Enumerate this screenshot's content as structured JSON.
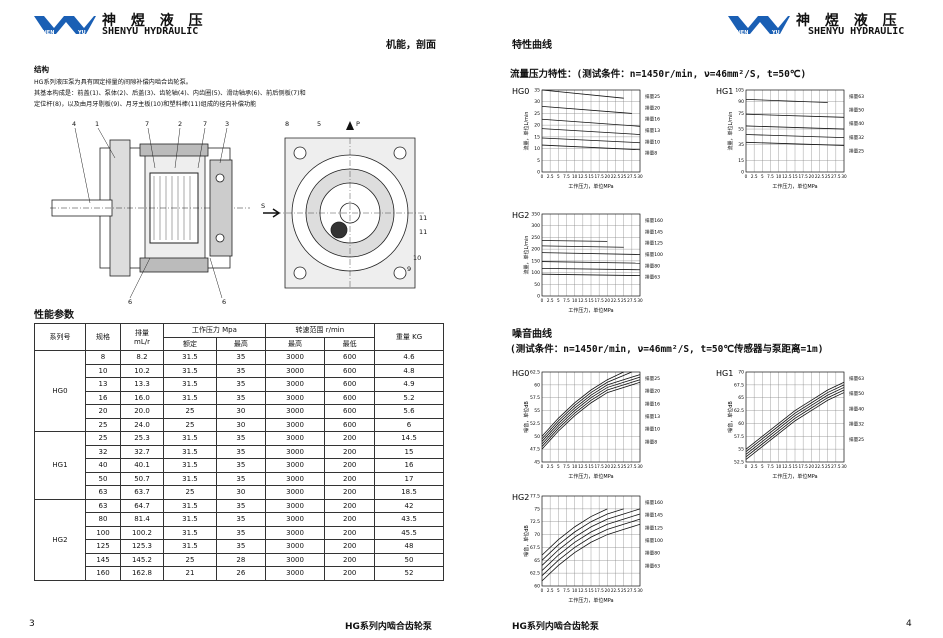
{
  "header": {
    "brand_cn": "神 煜 液 压",
    "brand_en": "SHENYU HYDRAULIC",
    "logo_left": "SHEN",
    "logo_right": "YU",
    "left_section": "机能，剖面",
    "right_section": "特性曲线"
  },
  "structure": {
    "title": "结构",
    "text1": "HG系列液压泵为具有固定排量的间隙补偿内啮合齿轮泵。",
    "text2": "其基本构成是：前盖(1)、泵体(2)、后盖(3)、齿轮轴(4)、内齿圈(5)、滑动轴承(6)、前后侧板(7)和",
    "text3": "定位杆(8)，以及由月牙剔板(9)、月牙主板(10)和塑料棒(11)组成的径向补偿功能",
    "labels_left": [
      "4",
      "1",
      "7",
      "2",
      "7",
      "3",
      "6",
      "6"
    ],
    "labels_right": [
      "8",
      "5",
      "P",
      "S",
      "11",
      "11",
      "10",
      "9"
    ]
  },
  "spec": {
    "title": "性能参数",
    "h_series": "系列号",
    "h_size": "规格",
    "h_disp": "排量",
    "h_disp_unit": "mL/r",
    "h_pressure": "工作压力 Mpa",
    "h_rated": "额定",
    "h_max": "最高",
    "h_speed": "转速范围 r/min",
    "h_speed_max": "最高",
    "h_speed_min": "最低",
    "h_weight": "重量 KG",
    "groups": [
      {
        "series": "HG0",
        "rows": [
          [
            "8",
            "8.2",
            "31.5",
            "35",
            "3000",
            "600",
            "4.6"
          ],
          [
            "10",
            "10.2",
            "31.5",
            "35",
            "3000",
            "600",
            "4.8"
          ],
          [
            "13",
            "13.3",
            "31.5",
            "35",
            "3000",
            "600",
            "4.9"
          ],
          [
            "16",
            "16.0",
            "31.5",
            "35",
            "3000",
            "600",
            "5.2"
          ],
          [
            "20",
            "20.0",
            "25",
            "30",
            "3000",
            "600",
            "5.6"
          ],
          [
            "25",
            "24.0",
            "25",
            "30",
            "3000",
            "600",
            "6"
          ]
        ]
      },
      {
        "series": "HG1",
        "rows": [
          [
            "25",
            "25.3",
            "31.5",
            "35",
            "3000",
            "200",
            "14.5"
          ],
          [
            "32",
            "32.7",
            "31.5",
            "35",
            "3000",
            "200",
            "15"
          ],
          [
            "40",
            "40.1",
            "31.5",
            "35",
            "3000",
            "200",
            "16"
          ],
          [
            "50",
            "50.7",
            "31.5",
            "35",
            "3000",
            "200",
            "17"
          ],
          [
            "63",
            "63.7",
            "25",
            "30",
            "3000",
            "200",
            "18.5"
          ]
        ]
      },
      {
        "series": "HG2",
        "rows": [
          [
            "63",
            "64.7",
            "31.5",
            "35",
            "3000",
            "200",
            "42"
          ],
          [
            "80",
            "81.4",
            "31.5",
            "35",
            "3000",
            "200",
            "43.5"
          ],
          [
            "100",
            "100.2",
            "31.5",
            "35",
            "3000",
            "200",
            "45.5"
          ],
          [
            "125",
            "125.3",
            "31.5",
            "35",
            "3000",
            "200",
            "48"
          ],
          [
            "145",
            "145.2",
            "25",
            "28",
            "3000",
            "200",
            "50"
          ],
          [
            "160",
            "162.8",
            "21",
            "26",
            "3000",
            "200",
            "52"
          ]
        ]
      }
    ]
  },
  "flow": {
    "caption": "流量压力特性：(测试条件：n=1450r/min, ν=46mm²/S, t=50℃)",
    "xlabel": "工作压力，单位MPa",
    "ylabel": "流量，单位L/min"
  },
  "noise": {
    "title": "噪音曲线",
    "caption": "(测试条件：n=1450r/min, ν=46mm²/S, t=50℃传感器与泵距离=1m)",
    "xlabel": "工作压力，单位MPa",
    "ylabel": "噪音，单位dB"
  },
  "chart_data": [
    {
      "type": "line",
      "title": "HG0",
      "ylim": [
        0,
        35
      ],
      "yticks": [
        0,
        5,
        10,
        15,
        20,
        25,
        30,
        35
      ],
      "xlim": [
        0,
        30
      ],
      "xticks": [
        "0",
        "2.5",
        "5",
        "7.5",
        "10",
        "12.5",
        "15",
        "17.5",
        "20",
        "22.5",
        "25",
        "27.5",
        "30"
      ],
      "series": [
        {
          "name": "排量25",
          "x": [
            0,
            25
          ],
          "y": [
            35,
            31.5
          ]
        },
        {
          "name": "排量20",
          "x": [
            0,
            27.5
          ],
          "y": [
            28,
            25
          ]
        },
        {
          "name": "排量16",
          "x": [
            0,
            30
          ],
          "y": [
            22.5,
            19.5
          ]
        },
        {
          "name": "排量13",
          "x": [
            0,
            30
          ],
          "y": [
            18.5,
            16
          ]
        },
        {
          "name": "排量10",
          "x": [
            0,
            30
          ],
          "y": [
            14.5,
            12.5
          ]
        },
        {
          "name": "排量8",
          "x": [
            0,
            30
          ],
          "y": [
            11.5,
            9.5
          ]
        }
      ]
    },
    {
      "type": "line",
      "title": "HG1",
      "ylim": [
        0,
        105
      ],
      "yticks": [
        0,
        15,
        35,
        55,
        75,
        90,
        105
      ],
      "xlim": [
        0,
        30
      ],
      "xticks": [
        "0",
        "2.5",
        "5",
        "7.5",
        "10",
        "12.5",
        "15",
        "17.5",
        "20",
        "22.5",
        "25",
        "27.5",
        "30"
      ],
      "series": [
        {
          "name": "排量63",
          "x": [
            0,
            25
          ],
          "y": [
            93,
            89
          ]
        },
        {
          "name": "排量50",
          "x": [
            0,
            30
          ],
          "y": [
            74,
            70
          ]
        },
        {
          "name": "排量40",
          "x": [
            0,
            30
          ],
          "y": [
            59,
            55
          ]
        },
        {
          "name": "排量32",
          "x": [
            0,
            30
          ],
          "y": [
            48,
            44
          ]
        },
        {
          "name": "排量25",
          "x": [
            0,
            30
          ],
          "y": [
            38,
            34
          ]
        }
      ]
    },
    {
      "type": "line",
      "title": "HG2",
      "ylim": [
        0,
        350
      ],
      "yticks": [
        0,
        50,
        100,
        150,
        200,
        250,
        300,
        350
      ],
      "xlim": [
        0,
        30
      ],
      "xticks": [
        "0",
        "2.5",
        "5",
        "7.5",
        "10",
        "12.5",
        "15",
        "17.5",
        "20",
        "22.5",
        "25",
        "27.5",
        "30"
      ],
      "series": [
        {
          "name": "排量160",
          "x": [
            0,
            20
          ],
          "y": [
            237,
            233
          ]
        },
        {
          "name": "排量145",
          "x": [
            0,
            25
          ],
          "y": [
            214,
            208
          ]
        },
        {
          "name": "排量125",
          "x": [
            0,
            30
          ],
          "y": [
            185,
            177
          ]
        },
        {
          "name": "排量100",
          "x": [
            0,
            30
          ],
          "y": [
            147,
            140
          ]
        },
        {
          "name": "排量80",
          "x": [
            0,
            30
          ],
          "y": [
            118,
            112
          ]
        },
        {
          "name": "排量63",
          "x": [
            0,
            30
          ],
          "y": [
            93,
            87
          ]
        }
      ]
    },
    {
      "type": "line",
      "title": "HG0",
      "ylim": [
        45,
        62.5
      ],
      "yticks": [
        45,
        47.5,
        50,
        52.5,
        55,
        57.5,
        60,
        62.5
      ],
      "xlim": [
        0,
        30
      ],
      "xticks": [
        "0",
        "2.5",
        "5",
        "7.5",
        "10",
        "12.5",
        "15",
        "17.5",
        "20",
        "22.5",
        "25",
        "27.5",
        "30"
      ],
      "series": [
        {
          "name": "排量25",
          "x": [
            0,
            5,
            10,
            15,
            20,
            25
          ],
          "y": [
            50,
            53.5,
            56.5,
            59,
            61,
            62.5
          ]
        },
        {
          "name": "排量20",
          "x": [
            0,
            5,
            10,
            15,
            20,
            27.5
          ],
          "y": [
            49.5,
            53,
            56,
            58.5,
            60.5,
            62.5
          ]
        },
        {
          "name": "排量16",
          "x": [
            0,
            5,
            10,
            15,
            20,
            30
          ],
          "y": [
            49,
            52.5,
            55.5,
            58,
            60,
            62
          ]
        },
        {
          "name": "排量13",
          "x": [
            0,
            5,
            10,
            15,
            20,
            30
          ],
          "y": [
            48.5,
            52,
            55,
            57.5,
            59.5,
            61.5
          ]
        },
        {
          "name": "排量10",
          "x": [
            0,
            5,
            10,
            15,
            20,
            30
          ],
          "y": [
            48,
            51.5,
            54.5,
            57,
            59,
            61
          ]
        },
        {
          "name": "排量8",
          "x": [
            0,
            5,
            10,
            15,
            20,
            30
          ],
          "y": [
            47.5,
            51,
            54,
            56.5,
            58.5,
            60.5
          ]
        }
      ]
    },
    {
      "type": "line",
      "title": "HG1",
      "ylim": [
        52.5,
        70
      ],
      "yticks": [
        52.5,
        55,
        57.5,
        60,
        62.5,
        65,
        67.5,
        70
      ],
      "xlim": [
        0,
        30
      ],
      "xticks": [
        "0",
        "2.5",
        "5",
        "7.5",
        "10",
        "12.5",
        "15",
        "17.5",
        "20",
        "22.5",
        "25",
        "27.5",
        "30"
      ],
      "series": [
        {
          "name": "排量63",
          "x": [
            0,
            5,
            10,
            15,
            20,
            25,
            30
          ],
          "y": [
            55,
            57.5,
            60,
            62.5,
            64.5,
            66.5,
            68
          ]
        },
        {
          "name": "排量50",
          "x": [
            0,
            5,
            10,
            15,
            20,
            25,
            30
          ],
          "y": [
            54.5,
            57,
            59.5,
            62,
            64,
            66,
            67.5
          ]
        },
        {
          "name": "排量40",
          "x": [
            0,
            5,
            10,
            15,
            20,
            25,
            30
          ],
          "y": [
            54,
            56.5,
            59,
            61.5,
            63.5,
            65.5,
            67
          ]
        },
        {
          "name": "排量32",
          "x": [
            0,
            5,
            10,
            15,
            20,
            25,
            30
          ],
          "y": [
            53.5,
            56,
            58.5,
            61,
            63,
            65,
            66.5
          ]
        },
        {
          "name": "排量25",
          "x": [
            0,
            5,
            10,
            15,
            20,
            25,
            30
          ],
          "y": [
            53,
            55.5,
            58,
            60.5,
            62.5,
            64.5,
            66
          ]
        }
      ]
    },
    {
      "type": "line",
      "title": "HG2",
      "ylim": [
        60,
        77.5
      ],
      "yticks": [
        60,
        62.5,
        65,
        67.5,
        70,
        72.5,
        75,
        77.5
      ],
      "xlim": [
        0,
        30
      ],
      "xticks": [
        "0",
        "2.5",
        "5",
        "7.5",
        "10",
        "12.5",
        "15",
        "17.5",
        "20",
        "22.5",
        "25",
        "27.5",
        "30"
      ],
      "series": [
        {
          "name": "排量160",
          "x": [
            0,
            5,
            10,
            15,
            20
          ],
          "y": [
            66,
            69,
            71.5,
            73.5,
            75
          ]
        },
        {
          "name": "排量145",
          "x": [
            0,
            5,
            10,
            15,
            20,
            25
          ],
          "y": [
            65,
            68,
            70.5,
            72.5,
            74,
            75
          ]
        },
        {
          "name": "排量125",
          "x": [
            0,
            5,
            10,
            15,
            20,
            25,
            30
          ],
          "y": [
            64,
            67,
            69.5,
            71.5,
            73,
            74,
            75
          ]
        },
        {
          "name": "排量100",
          "x": [
            0,
            5,
            10,
            15,
            20,
            25,
            30
          ],
          "y": [
            63,
            66,
            68.5,
            70.5,
            72,
            73,
            74
          ]
        },
        {
          "name": "排量80",
          "x": [
            0,
            5,
            10,
            15,
            20,
            25,
            30
          ],
          "y": [
            62,
            65,
            67.5,
            69.5,
            71,
            72,
            73
          ]
        },
        {
          "name": "排量63",
          "x": [
            0,
            5,
            10,
            15,
            20,
            25,
            30
          ],
          "y": [
            61,
            64,
            66.5,
            68.5,
            70,
            71,
            72
          ]
        }
      ]
    }
  ],
  "footer": {
    "page_left": "3",
    "page_right": "4",
    "title_left": "HG系列内啮合齿轮泵",
    "title_right": "HG系列内啮合齿轮泵"
  }
}
